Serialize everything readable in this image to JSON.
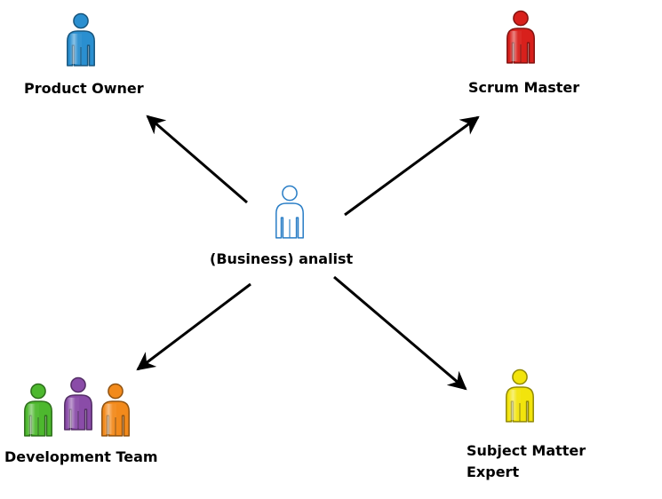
{
  "roles": {
    "product_owner": {
      "label": "Product Owner",
      "color": "#2a8fd0"
    },
    "scrum_master": {
      "label": "Scrum Master",
      "color": "#d8201c"
    },
    "business_analyst": {
      "label": "(Business) analist",
      "color": "#ffffff",
      "outline": "#2a7ec6"
    },
    "development_team": {
      "label": "Development Team",
      "member_colors": [
        "#4db82e",
        "#8a4ca8",
        "#f28a1c"
      ]
    },
    "subject_matter_expert": {
      "label_line1": "Subject Matter",
      "label_line2": "Expert",
      "color": "#f2e40c"
    }
  },
  "connections": [
    {
      "from": "business_analyst",
      "to": "product_owner"
    },
    {
      "from": "business_analyst",
      "to": "scrum_master"
    },
    {
      "from": "business_analyst",
      "to": "development_team"
    },
    {
      "from": "business_analyst",
      "to": "subject_matter_expert"
    }
  ]
}
